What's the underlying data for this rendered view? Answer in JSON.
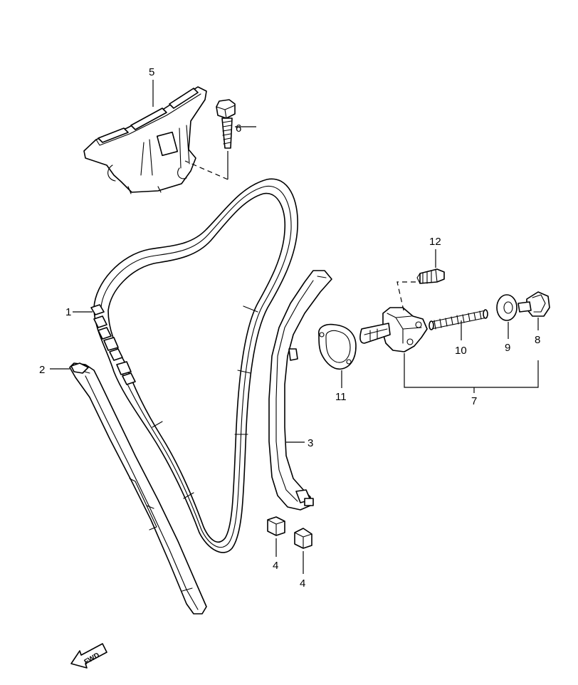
{
  "labels": {
    "l1": "1",
    "l2": "2",
    "l3": "3",
    "l4a": "4",
    "l4b": "4",
    "l5": "5",
    "l6": "6",
    "l7": "7",
    "l8": "8",
    "l9": "9",
    "l10": "10",
    "l11": "11",
    "l12": "12"
  },
  "fwd_label": "FWD",
  "colors": {
    "line": "#000000",
    "background": "#ffffff"
  }
}
